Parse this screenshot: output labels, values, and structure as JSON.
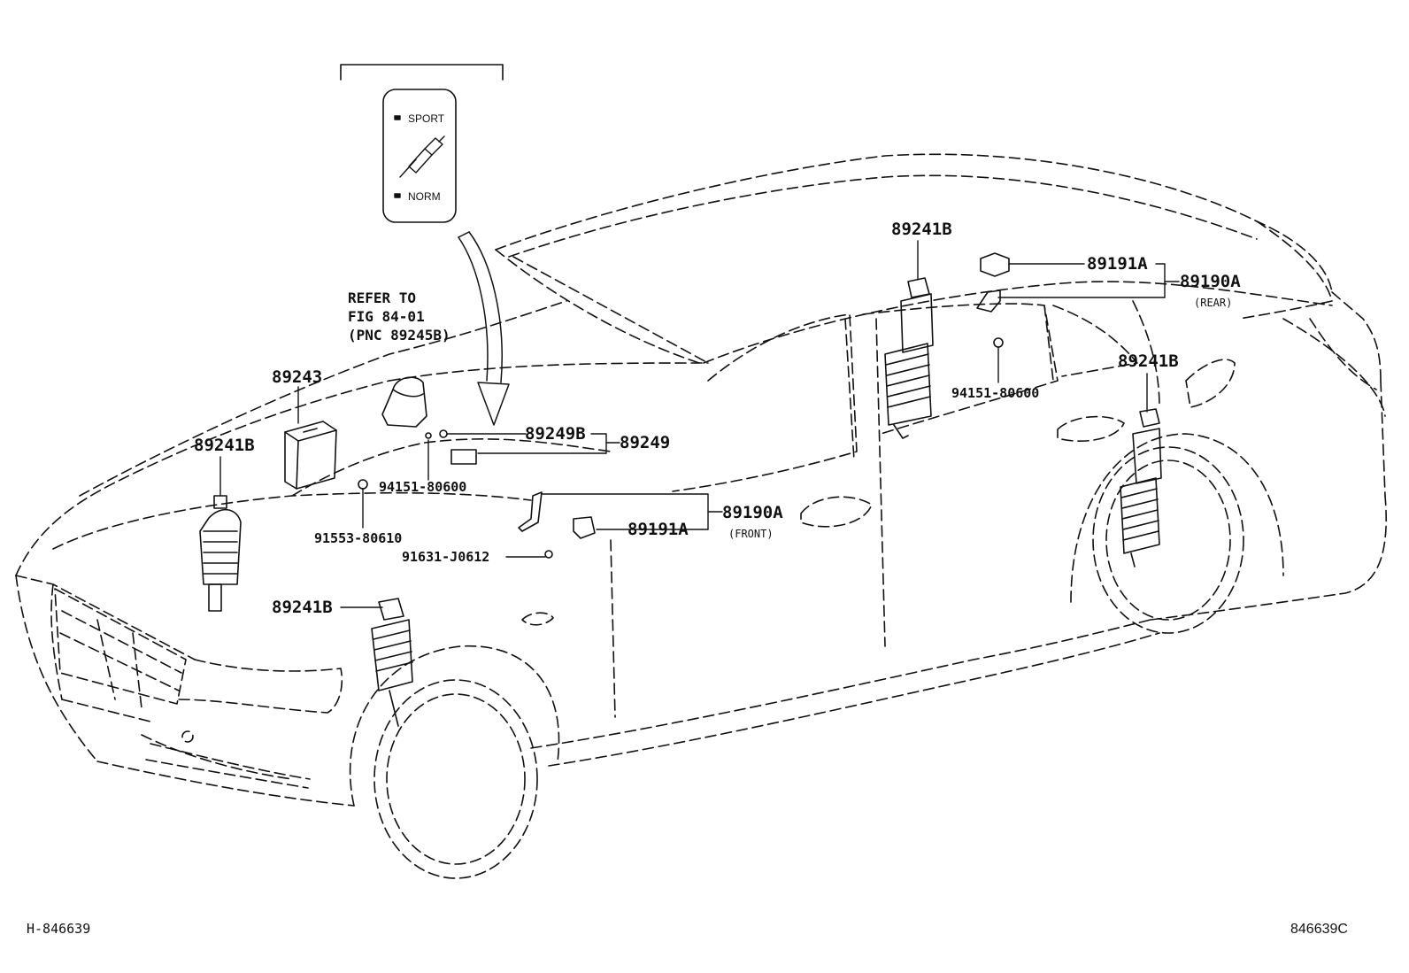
{
  "switch_panel": {
    "sport_label": "SPORT",
    "norm_label": "NORM",
    "icon": "shock-absorber-icon"
  },
  "reference": {
    "line1": "REFER TO",
    "line2": "FIG 84-01",
    "line3": "(PNC 89245B)"
  },
  "parts": {
    "p89243": "89243",
    "p89241b_front_left": "89241B",
    "p89241b_front_right": "89241B",
    "p89241b_rear_left": "89241B",
    "p89241b_rear_right": "89241B",
    "p89249b": "89249B",
    "p89249": "89249",
    "p94151_front": "94151-80600",
    "p94151_rear": "94151-80600",
    "p91553": "91553-80610",
    "p91631": "91631-J0612",
    "p89190a_front": "89190A",
    "p89190a_front_note": "(FRONT)",
    "p89191a_front": "89191A",
    "p89191a_rear": "89191A",
    "p89190a_rear": "89190A",
    "p89190a_rear_note": "(REAR)"
  },
  "footer": {
    "left_code": "H-846639",
    "right_code": "846639C"
  },
  "colors": {
    "line": "#111111",
    "background": "#ffffff"
  }
}
